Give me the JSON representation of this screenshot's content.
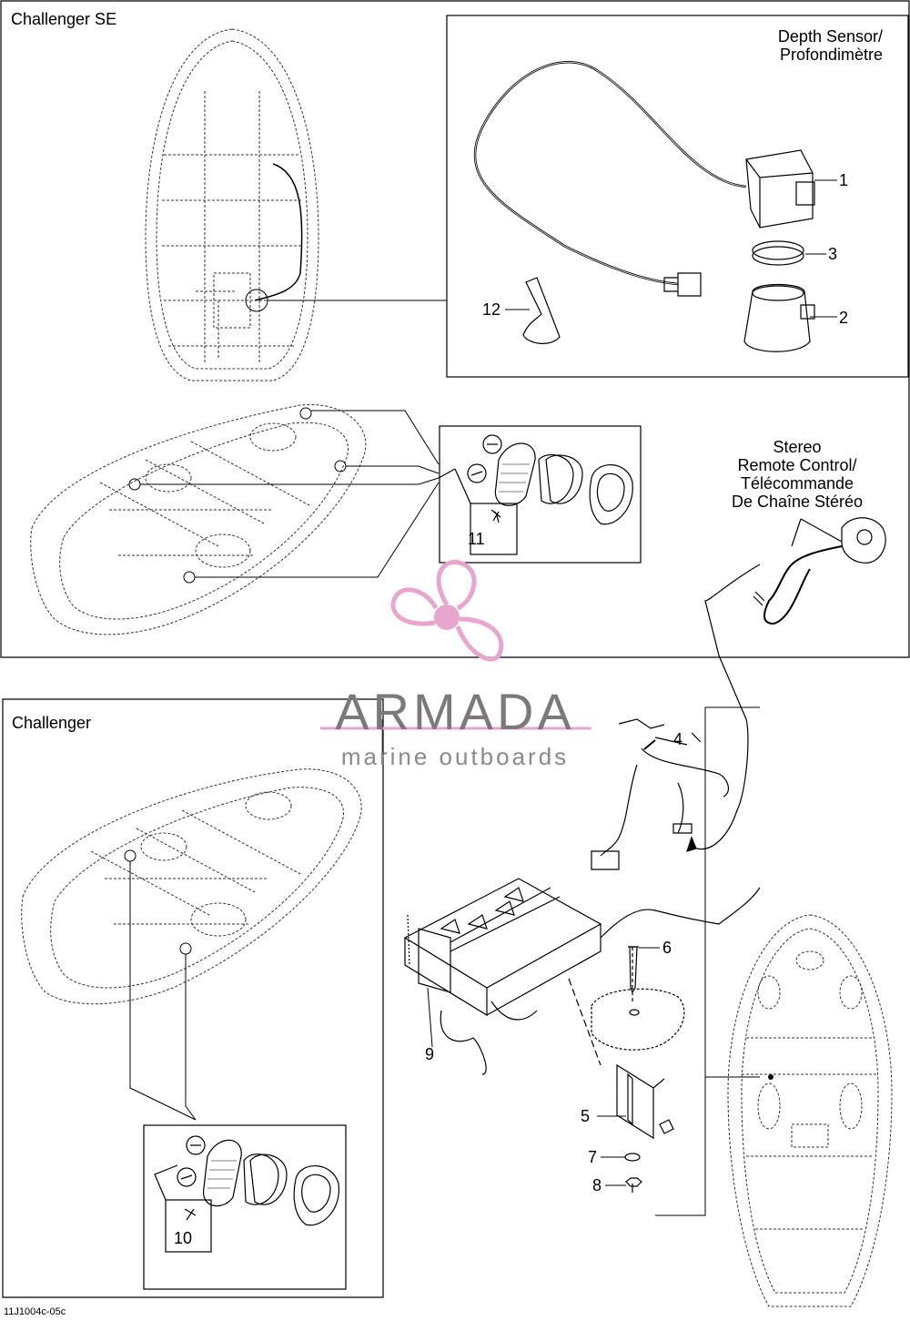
{
  "panels": {
    "top_title": "Challenger SE",
    "bottom_title": "Challenger"
  },
  "depth_sensor": {
    "line1": "Depth Sensor/",
    "line2": "Profondimètre"
  },
  "stereo_remote": {
    "line1": "Stereo",
    "line2": "Remote Control/",
    "line3": "Télécommande",
    "line4": "De Chaîne Stéréo"
  },
  "callouts": {
    "c1": "1",
    "c2": "2",
    "c3": "3",
    "c4": "4",
    "c5": "5",
    "c6": "6",
    "c7": "7",
    "c8": "8",
    "c9": "9",
    "c10": "10",
    "c11": "11",
    "c12": "12"
  },
  "watermark": {
    "brand": "ARMADA",
    "tagline": "marine outboards",
    "accent_color": "#e8a6cf",
    "text_color": "#7a7a7a"
  },
  "footer_code": "11J1004c-05c"
}
